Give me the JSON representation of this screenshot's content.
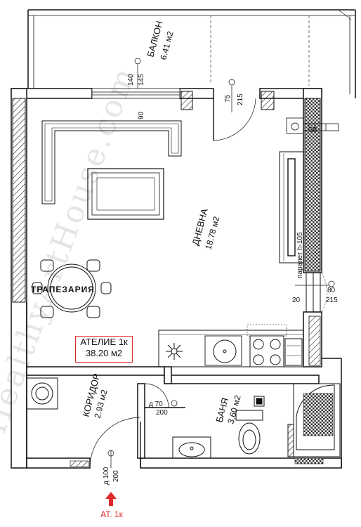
{
  "rooms": {
    "balcony": {
      "name": "БАЛКОН",
      "area": "6.41 м2"
    },
    "living": {
      "name": "ДНЕВНА",
      "area": "18.78 м2"
    },
    "dining": {
      "name": "ТРАПЕЗАРИЯ"
    },
    "corridor": {
      "name": "КОРИДОР",
      "area": "2.93 м2"
    },
    "bathroom": {
      "name": "БАНЯ",
      "area": "3.60 м2"
    }
  },
  "unit": {
    "name": "АТЕЛИЕ 1к",
    "area": "38.20 м2"
  },
  "entry": {
    "label": "АТ. 1к"
  },
  "dimensions": {
    "window_top_140": "140",
    "window_top_145": "145",
    "window_top_90": "90",
    "balcony_door_75": "75",
    "balcony_door_215": "215",
    "window_right_30": "30",
    "parapet": "парапет h-105",
    "window_right_20": "20",
    "door_right_80": "80",
    "door_right_215": "215",
    "bath_door_70": "д 70",
    "bath_door_200": "200",
    "entry_door_100": "д 100",
    "entry_door_200": "200"
  },
  "watermark": "HealthyArtHouse.com",
  "colors": {
    "wall": "#111111",
    "accent": "#e02a2a",
    "hatch": "#333333"
  }
}
